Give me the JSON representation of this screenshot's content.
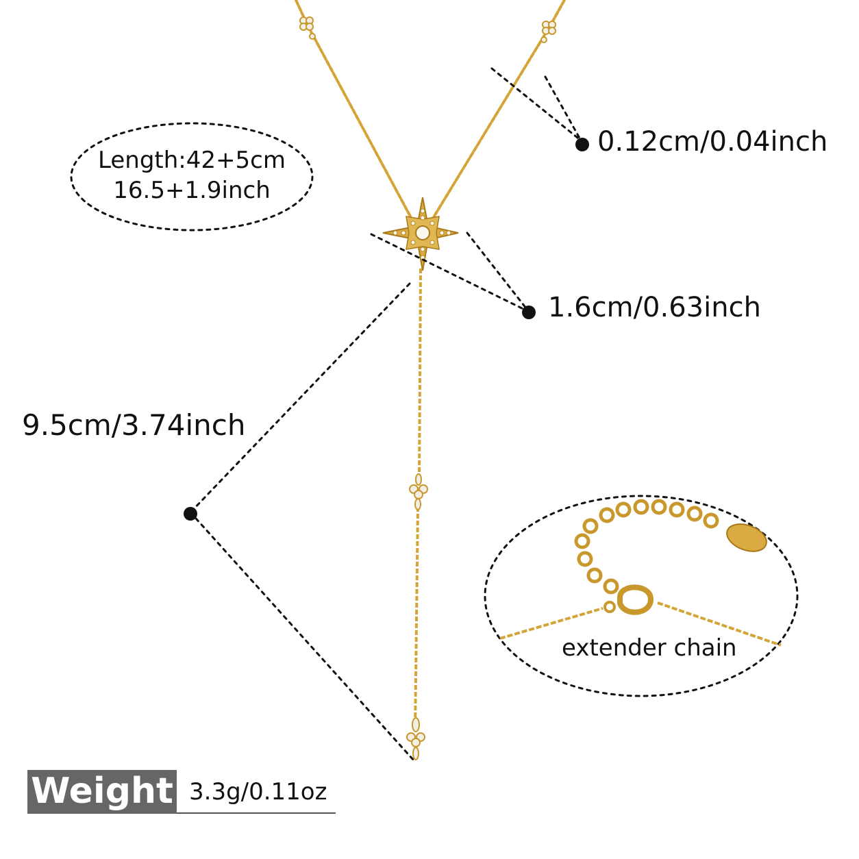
{
  "annotations": {
    "length_line1": "Length:42+5cm",
    "length_line2": "16.5+1.9inch",
    "chain_width": "0.12cm/0.04inch",
    "pendant_size": "1.6cm/0.63inch",
    "drop_length": "9.5cm/3.74inch",
    "extender_label": "extender chain"
  },
  "weight": {
    "label": "Weight",
    "value": "3.3g/0.11oz"
  },
  "colors": {
    "gold": "#d4a437",
    "gold_dark": "#a87a1a",
    "badge_bg": "#666666"
  }
}
